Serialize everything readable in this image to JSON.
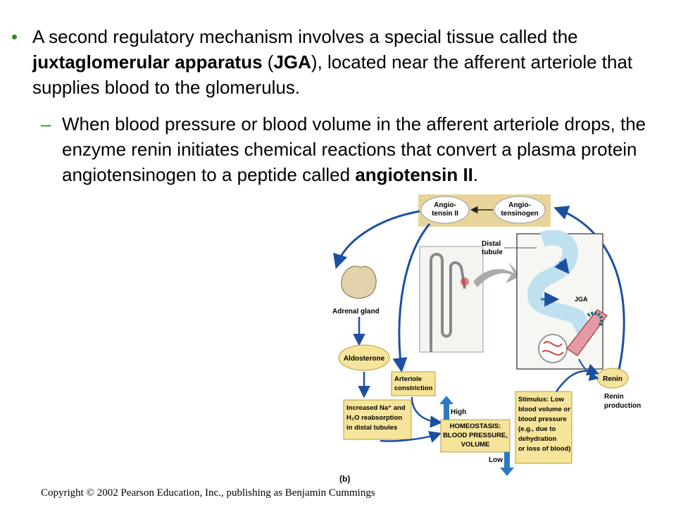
{
  "bullet1": {
    "marker": "•",
    "text_a": "A second regulatory mechanism involves a special tissue called the ",
    "bold_a": "juxtaglomerular apparatus",
    "text_b": " (",
    "bold_b": "JGA",
    "text_c": "), located near the afferent arteriole that supplies blood to the glomerulus."
  },
  "bullet2": {
    "marker": "–",
    "text_a": "When blood pressure or blood volume in the afferent arteriole drops, the enzyme renin initiates chemical reactions that convert a plasma protein angiotensinogen to a peptide called ",
    "bold_a": "angiotensin II",
    "text_b": "."
  },
  "figure": {
    "angiotensin_ii": [
      "Angio-",
      "tensin II"
    ],
    "angiotensinogen": [
      "Angio-",
      "tensinogen"
    ],
    "distal_tubule": [
      "Distal",
      "tubule"
    ],
    "jga": "JGA",
    "adrenal_gland": "Adrenal gland",
    "aldosterone": "Aldosterone",
    "arteriole_constriction": [
      "Arteriole",
      "constriction"
    ],
    "increased_na": [
      "Increased Na⁺ and",
      "H₂O reabsorption",
      "in distal tubules"
    ],
    "high": "High",
    "low": "Low",
    "homeostasis": [
      "HOMEOSTASIS:",
      "BLOOD PRESSURE,",
      "VOLUME"
    ],
    "stimulus": [
      "Stimulus: Low",
      "blood volume or",
      "blood pressure",
      "(e.g., due to",
      "dehydration",
      "or loss of blood)"
    ],
    "renin": "Renin",
    "renin_production": [
      "Renin",
      "production"
    ],
    "panel_label": "(b)",
    "colors": {
      "arrow_blue": "#1c4fa0",
      "box_yellow": "#f5e49a",
      "tan_band": "#e8d49a",
      "green_marker": "#2a8a2a"
    }
  },
  "copyright": "Copyright © 2002 Pearson Education, Inc., publishing as Benjamin Cummings"
}
